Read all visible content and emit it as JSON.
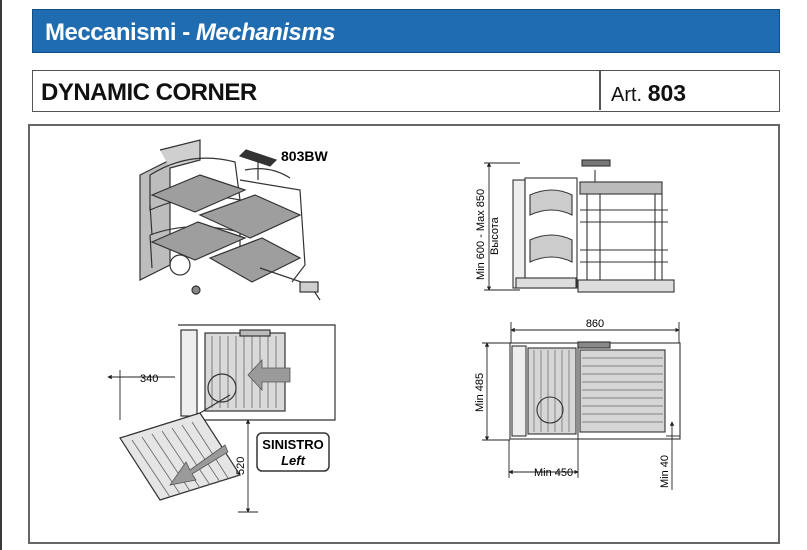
{
  "header": {
    "title_it": "Meccanismi - ",
    "title_en": "Mechanisms"
  },
  "product": {
    "name": "DYNAMIC CORNER",
    "art_label": "Art.",
    "art_number": "803"
  },
  "drawing": {
    "part_label": "803BW",
    "dim_height": "Min 600 - Max 850",
    "dim_height_ru": "Высота",
    "dim_340": "340",
    "dim_520": "520",
    "side_it": "SINISTRO",
    "side_en": "Left",
    "dim_860": "860",
    "dim_min485": "Min 485",
    "dim_min450": "Min 450",
    "dim_min40": "Min 40"
  }
}
